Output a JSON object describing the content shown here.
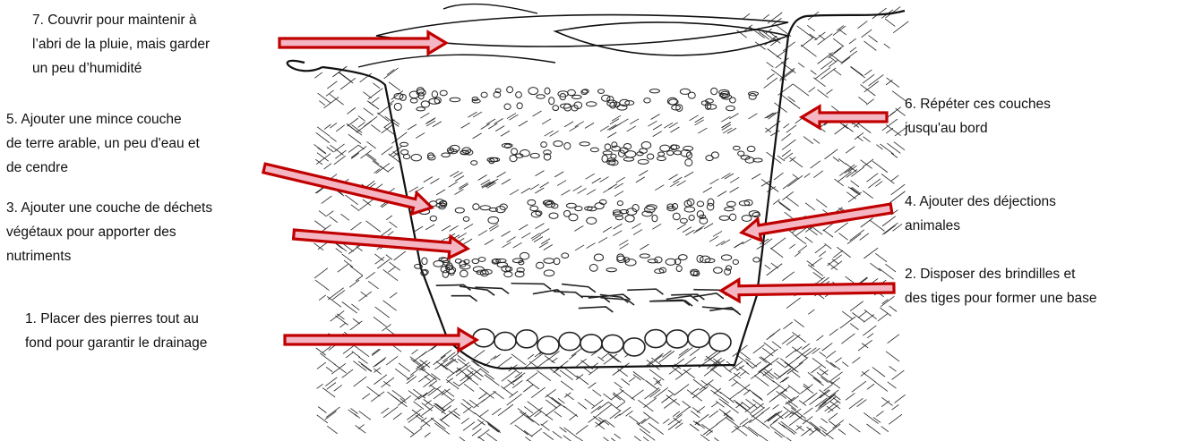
{
  "labels": {
    "step7": "7. Couvrir pour maintenir à\nl’abri de la pluie, mais garder\nun peu d’humidité",
    "step6": "6. Répéter ces couches\njusqu'au bord",
    "step5": "5. Ajouter une mince couche\nde terre arable, un peu d'eau et\nde cendre",
    "step4": "4. Ajouter des déjections\nanimales",
    "step3": "3. Ajouter une couche de déchets\nvégétaux pour apporter des\nnutriments",
    "step2": "2. Disposer des brindilles et\ndes tiges pour former une base",
    "step1": "1. Placer des pierres tout au\nfond pour garantir le drainage"
  },
  "colors": {
    "arrow_outline": "#c00000",
    "arrow_fill": "#f4b6c2",
    "ink": "#1a1a1a"
  }
}
